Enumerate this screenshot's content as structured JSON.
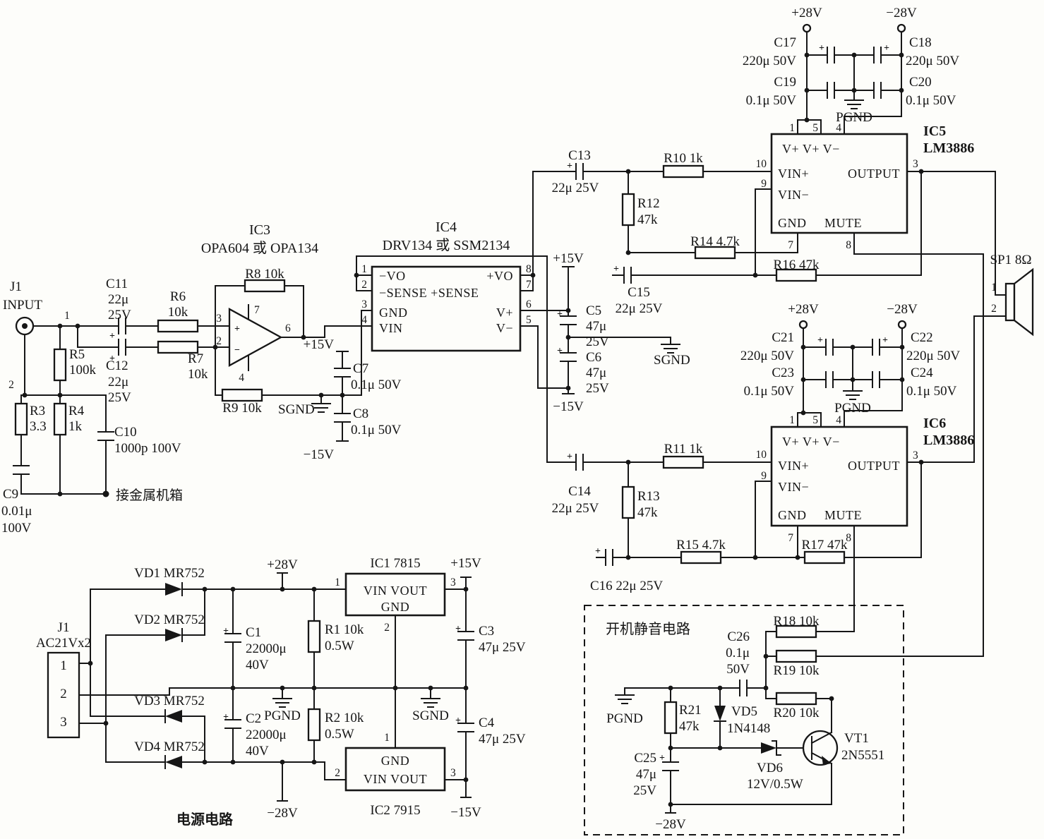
{
  "sym": {
    "plus": "+"
  },
  "input": {
    "j1": "J1",
    "input_label": "INPUT",
    "pin1": "1",
    "pin2": "2",
    "c11": "C11",
    "c11_v1": "22μ",
    "c11_v2": "25V",
    "r6": "R6",
    "r6_v": "10k",
    "c12": "C12",
    "c12_v1": "22μ",
    "c12_v2": "25V",
    "r7": "R7",
    "r7_v": "10k",
    "r5": "R5",
    "r5_v": "100k",
    "r3": "R3",
    "r3_v": "3.3",
    "r4": "R4",
    "r4_v": "1k",
    "c10": "C10",
    "c10_v": "1000p 100V",
    "c9": "C9",
    "c9_v1": "0.01μ",
    "c9_v2": "100V",
    "chassis": "接金属机箱"
  },
  "preamp": {
    "ic": "IC3",
    "name": "OPA604 或 OPA134",
    "pin3": "3",
    "pin2": "2",
    "pin7": "7",
    "pin4": "4",
    "pin6": "6",
    "plus": "+",
    "minus": "−",
    "r8": "R8 10k",
    "r9": "R9 10k",
    "sgnd": "SGND"
  },
  "driver": {
    "ic": "IC4",
    "name": "DRV134 或 SSM2134",
    "p1": "1",
    "p2": "2",
    "p3": "3",
    "p4": "4",
    "p5": "5",
    "p6": "6",
    "p7": "7",
    "p8": "8",
    "nvo": "−VO",
    "sense": "−SENSE +SENSE",
    "gnd": "GND",
    "vin": "VIN",
    "pvo": "+VO",
    "vplus": "V+",
    "vminus": "V−",
    "p15": "+15V",
    "n15": "−15V",
    "c7": "C7",
    "c7_v": "0.1μ 50V",
    "c8": "C8",
    "c8_v": "0.1μ 50V"
  },
  "mid": {
    "p15": "+15V",
    "n15": "−15V",
    "c5": "C5",
    "c5_v1": "47μ",
    "c5_v2": "25V",
    "c6": "C6",
    "c6_v1": "47μ",
    "c6_v2": "25V",
    "sgnd": "SGND"
  },
  "ch1": {
    "p28": "+28V",
    "n28": "−28V",
    "c17": "C17",
    "c17_v": "220μ 50V",
    "c18": "C18",
    "c18_v": "220μ 50V",
    "c19": "C19",
    "c19_v": "0.1μ 50V",
    "c20": "C20",
    "c20_v": "0.1μ 50V",
    "pgnd": "PGND",
    "ic": "IC5",
    "ic_name": "LM3886",
    "vrow": "V+ V+ V−",
    "vinp": "VIN+",
    "output": "OUTPUT",
    "vinn": "VIN−",
    "gnd": "GND",
    "mute": "MUTE",
    "p1": "1",
    "p5": "5",
    "p4": "4",
    "p10": "10",
    "p9": "9",
    "p3": "3",
    "p7": "7",
    "p8": "8",
    "c13": "C13",
    "c13_v": "22μ 25V",
    "r10": "R10 1k",
    "r12": "R12",
    "r12_v": "47k",
    "r14": "R14 4.7k",
    "r16": "R16 47k",
    "c15": "C15",
    "c15_v": "22μ 25V"
  },
  "ch2": {
    "p28": "+28V",
    "n28": "−28V",
    "c21": "C21",
    "c21_v": "220μ 50V",
    "c22": "C22",
    "c22_v": "220μ 50V",
    "c23": "C23",
    "c23_v": "0.1μ 50V",
    "c24": "C24",
    "c24_v": "0.1μ 50V",
    "pgnd": "PGND",
    "ic": "IC6",
    "ic_name": "LM3886",
    "vrow": "V+ V+ V−",
    "vinp": "VIN+",
    "output": "OUTPUT",
    "vinn": "VIN−",
    "gnd": "GND",
    "mute": "MUTE",
    "p1": "1",
    "p5": "5",
    "p4": "4",
    "p10": "10",
    "p9": "9",
    "p3": "3",
    "p7": "7",
    "p8": "8",
    "c14": "C14",
    "c14_v": "22μ 25V",
    "r11": "R11 1k",
    "r13": "R13",
    "r13_v": "47k",
    "r15": "R15 4.7k",
    "r17": "R17 47k",
    "c16": "C16 22μ 25V"
  },
  "speaker": {
    "name": "SP1 8Ω",
    "p1": "1",
    "p2": "2"
  },
  "psu": {
    "j1": "J1",
    "conn": "AC21Vx2",
    "p1": "1",
    "p2": "2",
    "p3": "3",
    "vd1": "VD1 MR752",
    "vd2": "VD2 MR752",
    "vd3": "VD3 MR752",
    "vd4": "VD4 MR752",
    "c1": "C1",
    "c1_v1": "22000μ",
    "c1_v2": "40V",
    "c2": "C2",
    "c2_v1": "22000μ",
    "c2_v2": "40V",
    "r1": "R1 10k",
    "r1_w": "0.5W",
    "r2": "R2 10k",
    "r2_w": "0.5W",
    "p28": "+28V",
    "n28": "−28V",
    "pgnd": "PGND",
    "sgnd": "SGND",
    "ic1": "IC1 7815",
    "ic2": "IC2 7915",
    "ic1_row1": "VIN VOUT",
    "ic1_row2": "GND",
    "ic2_row1": "GND",
    "ic2_row2": "VIN VOUT",
    "ic1_p1": "1",
    "ic1_p2": "2",
    "ic1_p3": "3",
    "ic2_p1": "1",
    "ic2_p2": "2",
    "ic2_p3": "3",
    "p15": "+15V",
    "n15": "−15V",
    "c3": "C3",
    "c3_v": "47μ 25V",
    "c4": "C4",
    "c4_v": "47μ 25V",
    "title": "电源电路"
  },
  "mute": {
    "title": "开机静音电路",
    "c26": "C26",
    "c26_v1": "0.1μ",
    "c26_v2": "50V",
    "r18": "R18 10k",
    "r19": "R19 10k",
    "r20": "R20 10k",
    "r21": "R21",
    "r21_v": "47k",
    "pgnd": "PGND",
    "vd5": "VD5",
    "vd5_v": "1N4148",
    "vd6": "VD6",
    "vd6_v": "12V/0.5W",
    "vt1": "VT1",
    "vt1_v": "2N5551",
    "c25": "C25",
    "c25_v1": "47μ",
    "c25_v2": "25V",
    "n28": "−28V"
  }
}
